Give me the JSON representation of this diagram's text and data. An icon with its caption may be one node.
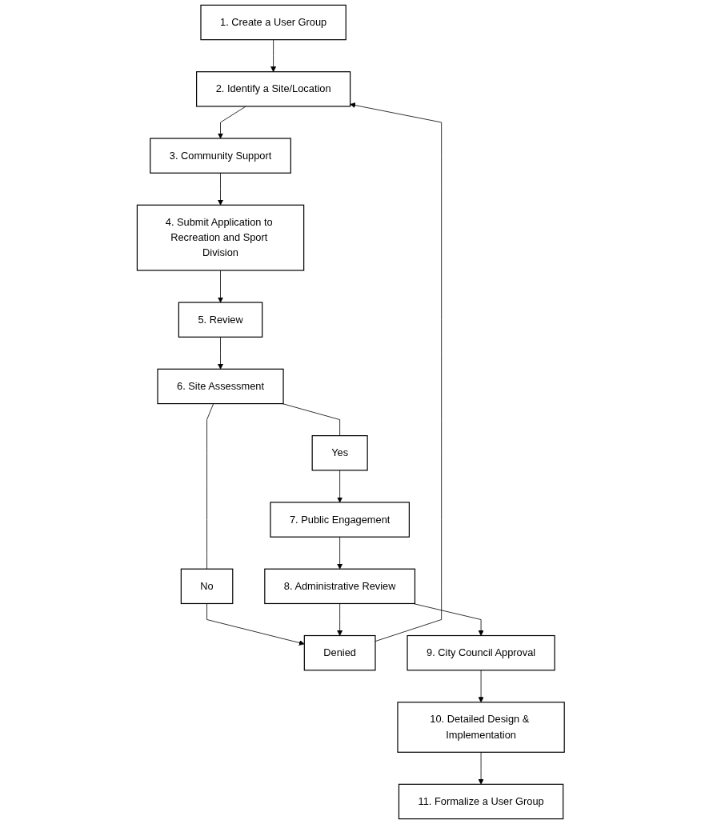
{
  "diagram": {
    "nodes": [
      {
        "text": [
          "1. Create a User Group"
        ]
      },
      {
        "text": [
          "2. Identify a Site/Location"
        ]
      },
      {
        "text": [
          "3. Community Support"
        ]
      },
      {
        "text": [
          "4. Submit Application to Recreation and Sport Division"
        ]
      },
      {
        "text": [
          "5. Review"
        ]
      },
      {
        "text": [
          "6. Site Assessment"
        ]
      },
      {
        "text": [
          "No"
        ]
      },
      {
        "text": [
          "Denied"
        ]
      },
      {
        "text": [
          "Yes"
        ]
      },
      {
        "text": [
          "7. Public Engagement"
        ]
      },
      {
        "text": [
          "8. Administrative Review"
        ]
      },
      {
        "text": [
          "9. City Council Approval"
        ]
      },
      {
        "text": [
          "10. Detailed Design & Implementation"
        ]
      },
      {
        "text": [
          "11. Formalize a User Group"
        ]
      }
    ],
    "edges": [
      {
        "from": 0,
        "to": 1,
        "arrow": "to"
      },
      {
        "from": 1,
        "to": 2,
        "arrow": "to"
      },
      {
        "from": 2,
        "to": 3,
        "arrow": "to"
      },
      {
        "from": 3,
        "to": 4,
        "arrow": "to"
      },
      {
        "from": 4,
        "to": 5,
        "arrow": "to"
      },
      {
        "from": 5,
        "to": 6,
        "arrow": "none"
      },
      {
        "from": 5,
        "to": 8,
        "arrow": "none"
      },
      {
        "from": 6,
        "to": 7,
        "arrow": "to"
      },
      {
        "from": 8,
        "to": 9,
        "arrow": "to"
      },
      {
        "from": 9,
        "to": 10,
        "arrow": "to"
      },
      {
        "from": 10,
        "to": 7,
        "arrow": "to"
      },
      {
        "from": 7,
        "to": 1,
        "arrow": "to"
      },
      {
        "from": 10,
        "to": 11,
        "arrow": "to"
      },
      {
        "from": 11,
        "to": 12,
        "arrow": "to"
      },
      {
        "from": 12,
        "to": 13,
        "arrow": "to"
      }
    ]
  }
}
